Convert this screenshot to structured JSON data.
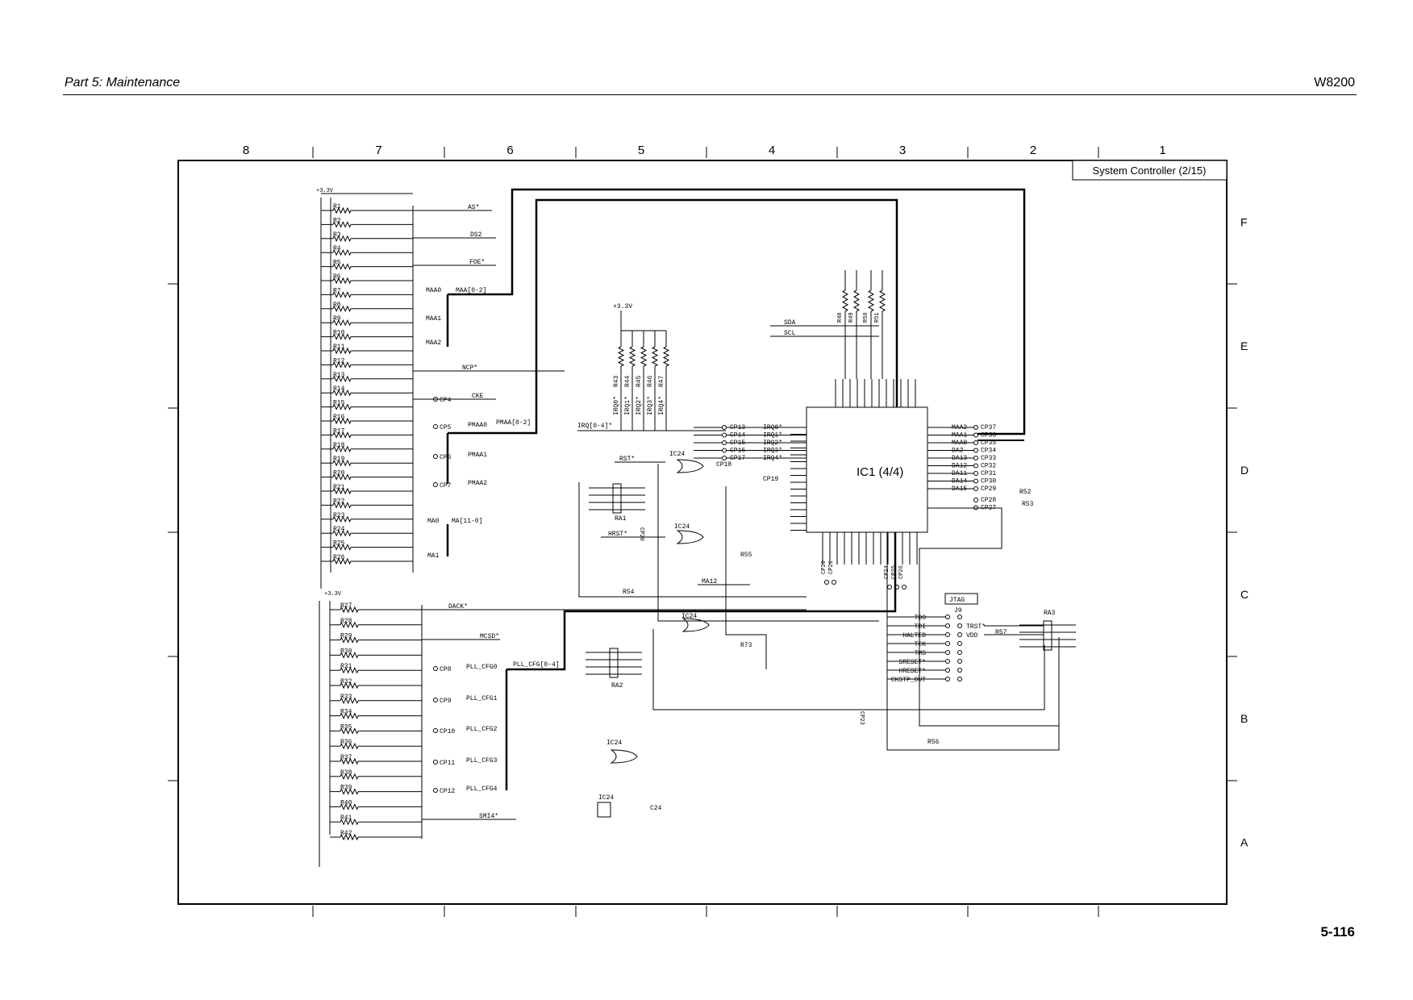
{
  "header": {
    "section": "Part 5: Maintenance",
    "model": "W8200"
  },
  "footer": {
    "page": "5-116"
  },
  "frame": {
    "columns": [
      "8",
      "7",
      "6",
      "5",
      "4",
      "3",
      "2",
      "1"
    ],
    "rows": [
      "F",
      "E",
      "D",
      "C",
      "B",
      "A"
    ],
    "title": "System Controller (2/15)"
  },
  "schematic": {
    "ic1": "IC1 (4/4)",
    "ic24": "IC24",
    "jtag_box": "JTAG",
    "jtag_ref": "J9",
    "rail": "+3.3V",
    "resistors_left_top": [
      "R1",
      "R2",
      "R3",
      "R4",
      "R5",
      "R6",
      "R7",
      "R8",
      "R9",
      "R10",
      "R11",
      "R12",
      "R13",
      "R14",
      "R15",
      "R16",
      "R17",
      "R18",
      "R19",
      "R20",
      "R21",
      "R22",
      "R23",
      "R24",
      "R25",
      "R26"
    ],
    "resistors_left_bottom": [
      "R27",
      "R28",
      "R29",
      "R30",
      "R31",
      "R32",
      "R33",
      "R34",
      "R35",
      "R36",
      "R37",
      "R38",
      "R39",
      "R40",
      "R41",
      "R42"
    ],
    "nets_top": [
      "AS*",
      "DS2",
      "FOE*",
      "MAA0",
      "MAA[0-2]",
      "MAA1",
      "MAA2",
      "NCP*",
      "CKE",
      "PMAA0",
      "PMAA[0-2]",
      "PMAA1",
      "PMAA2",
      "MA0",
      "MA[11-0]",
      "MA1"
    ],
    "nets_bottom": [
      "DACK*",
      "MCSD*",
      "PLL_CFG0",
      "PLL_CFG[0-4]",
      "PLL_CFG1",
      "PLL_CFG2",
      "PLL_CFG3",
      "PLL_CFG4",
      "SMI4*"
    ],
    "testpoints_left": [
      "CP4",
      "CP5",
      "CP6",
      "CP7",
      "CP8",
      "CP9",
      "CP10",
      "CP11",
      "CP12"
    ],
    "irq_bus": "IRQ[0-4]*",
    "irq_lines": [
      "IRQ0*",
      "IRQ1*",
      "IRQ2*",
      "IRQ3*",
      "IRQ4*"
    ],
    "irq_testpoints": [
      "CP13",
      "CP14",
      "CP15",
      "CP16",
      "CP17"
    ],
    "vert_resistors": [
      "R43",
      "R44",
      "R45",
      "R46",
      "R47"
    ],
    "signals_mid": [
      "RST*",
      "HRST*",
      "MA12",
      "SDA",
      "SCL"
    ],
    "cp_mid": [
      "CP18",
      "CP19",
      "CP20",
      "CP21",
      "CP22",
      "CP23"
    ],
    "res_mid": [
      "R48",
      "R49",
      "R50",
      "R51",
      "R54",
      "R55",
      "R73",
      "R52",
      "R53",
      "R56",
      "R57"
    ],
    "packs": [
      "RA1",
      "RA2",
      "RA3"
    ],
    "right_nets": [
      "MAA2",
      "MAA1",
      "MAA0",
      "DA2",
      "DA13",
      "DA12",
      "DA11",
      "DA14",
      "DA15"
    ],
    "right_cps": [
      "CP37",
      "CP36",
      "CP35",
      "CP34",
      "CP33",
      "CP32",
      "CP31",
      "CP30",
      "CP29",
      "CP28",
      "CP27"
    ],
    "jtag_pins": [
      "TDO",
      "TDI",
      "HALTED",
      "TCK",
      "TMS",
      "SRESET*",
      "HRESET*",
      "CKSTP_OUT"
    ],
    "jtag_right": [
      "TRST*",
      "VDD"
    ],
    "cap": "C24",
    "bottom_cps": [
      "CP24",
      "CP25",
      "CP26"
    ]
  }
}
